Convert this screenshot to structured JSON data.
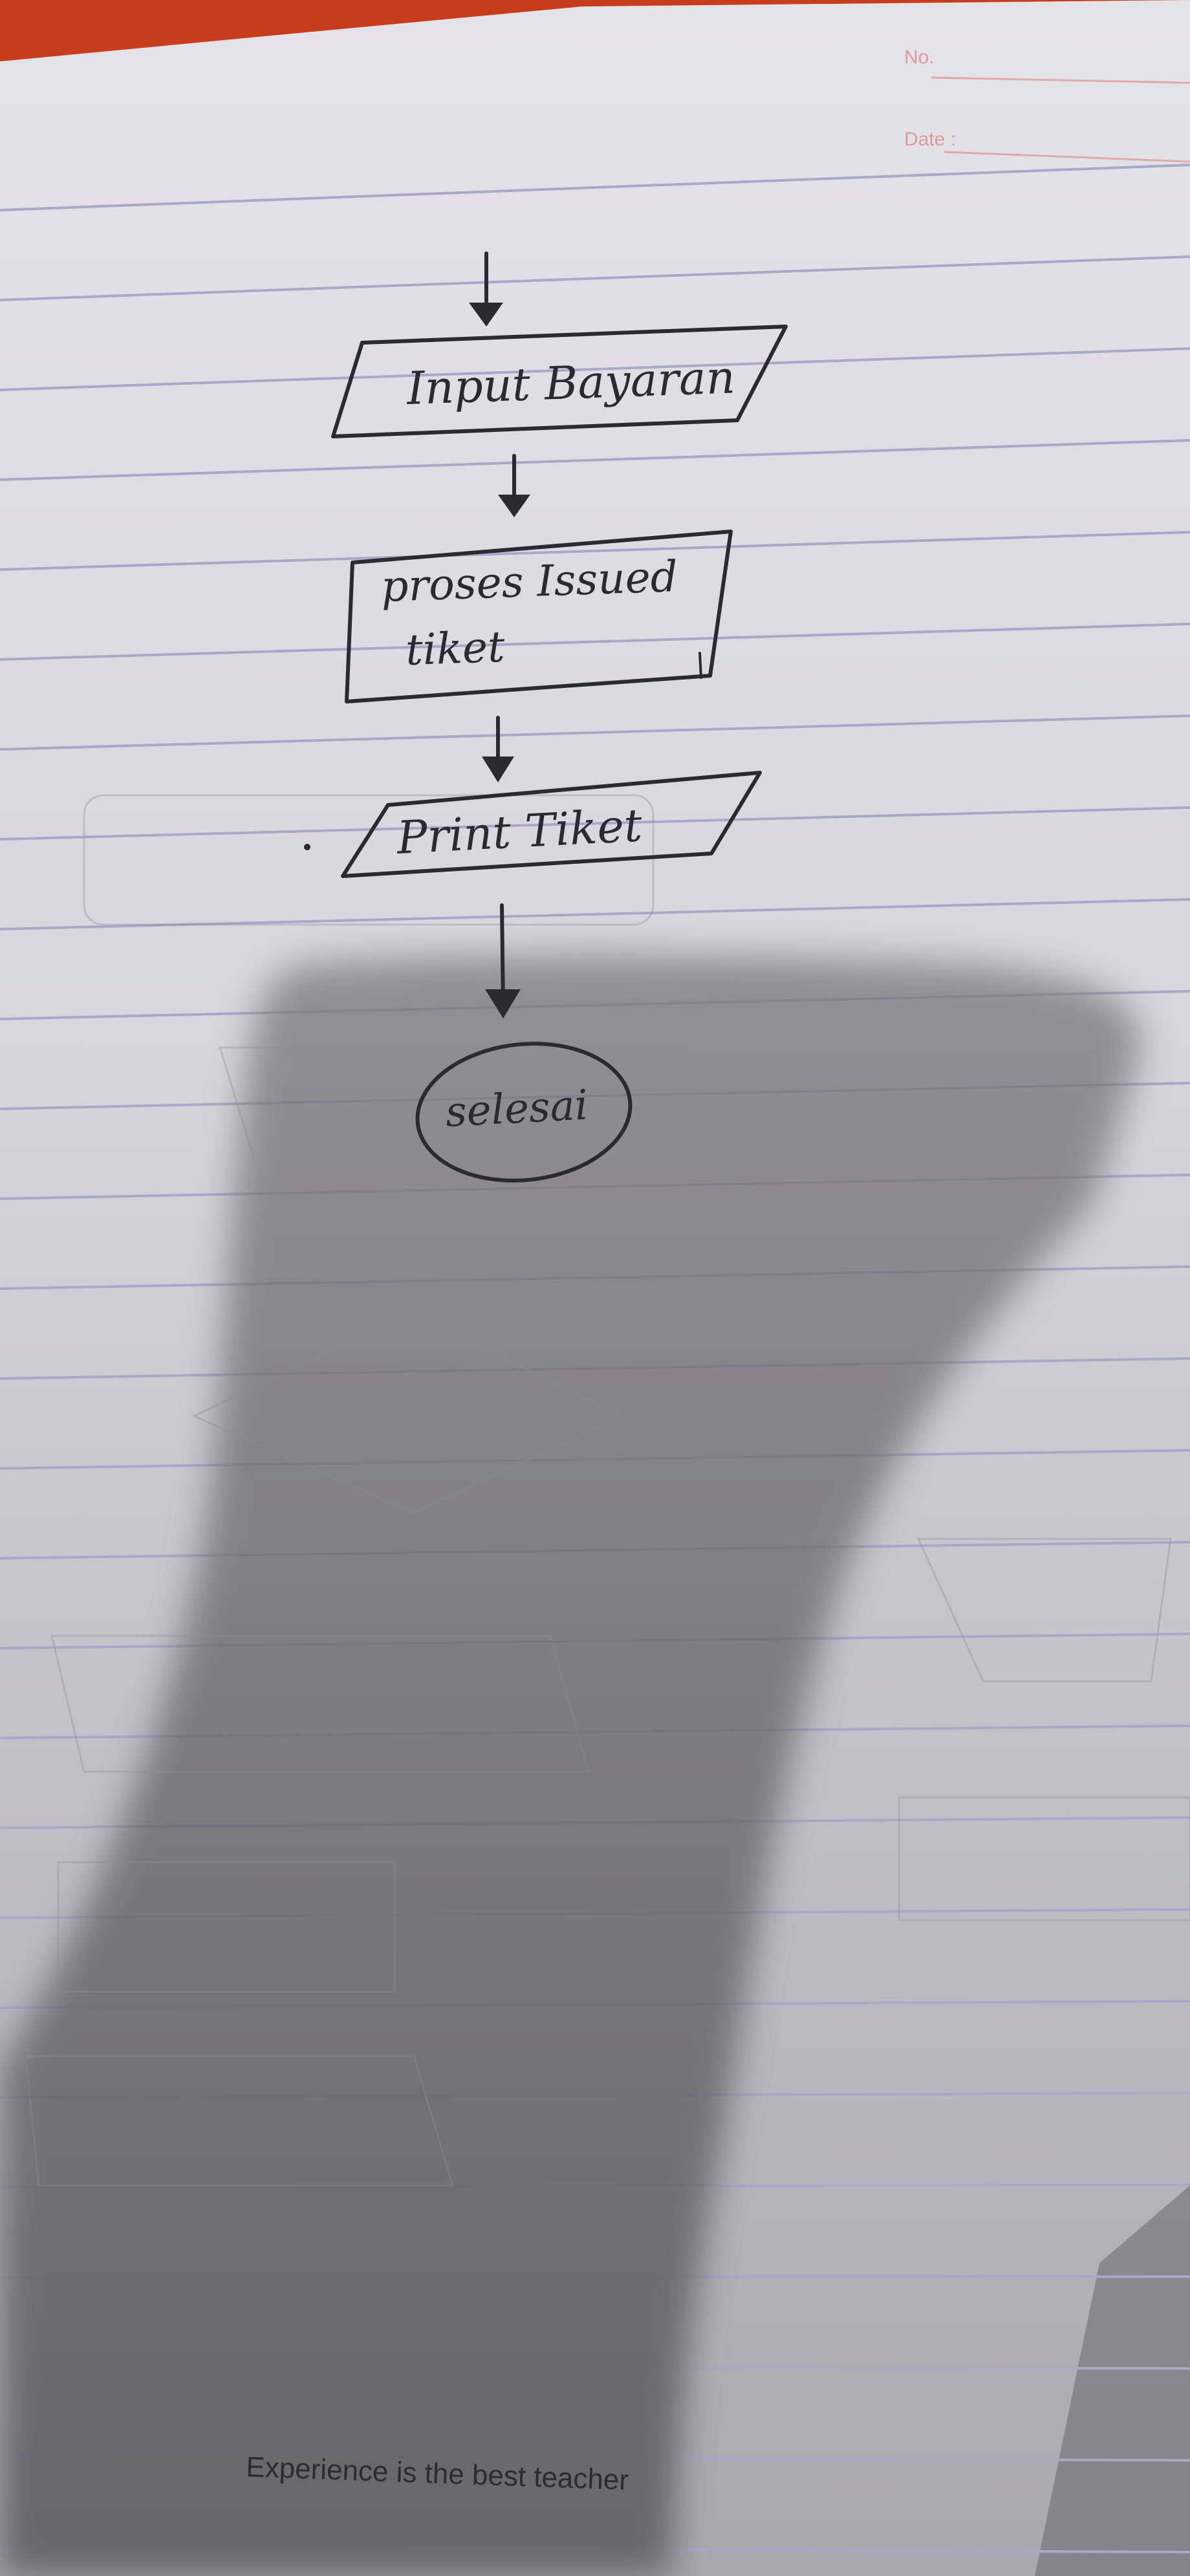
{
  "notebook": {
    "header_fields": [
      "No.",
      "Date :"
    ],
    "footer_motto": "Experience is the best teacher"
  },
  "flowchart": {
    "nodes": [
      {
        "id": "input-bayaran",
        "shape": "parallelogram",
        "label": "Input Bayaran"
      },
      {
        "id": "proses-issued-tiket",
        "shape": "process",
        "label_lines": [
          "proses Issued",
          "tiket"
        ]
      },
      {
        "id": "print-tiket",
        "shape": "parallelogram",
        "label": "Print Tiket"
      },
      {
        "id": "selesai",
        "shape": "terminator",
        "label": "selesai"
      }
    ],
    "edges": [
      {
        "from": "incoming",
        "to": "input-bayaran"
      },
      {
        "from": "input-bayaran",
        "to": "proses-issued-tiket"
      },
      {
        "from": "proses-issued-tiket",
        "to": "print-tiket"
      },
      {
        "from": "print-tiket",
        "to": "selesai"
      }
    ]
  },
  "colors": {
    "paper": "#dedde2",
    "rule_lines": "#a9a8c8",
    "ink": "#2a2a30",
    "shadow": "#6e6d72",
    "header_ink": "#d99aa0",
    "tablecloth": "#d0421c"
  }
}
